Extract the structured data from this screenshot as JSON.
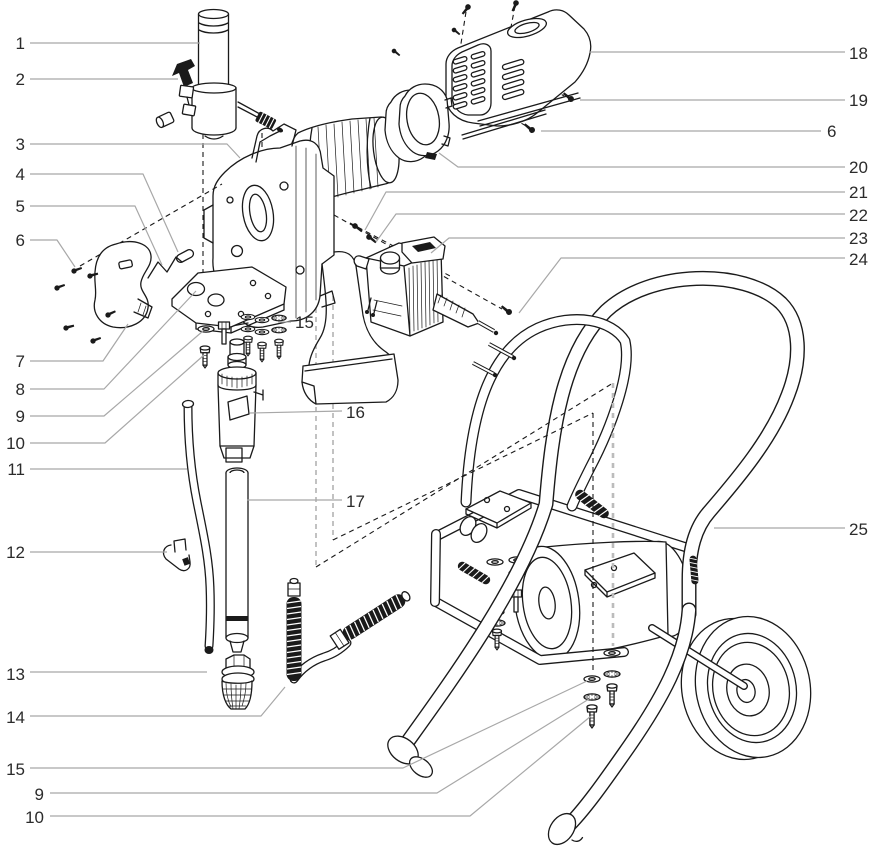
{
  "diagram": {
    "type": "exploded-parts-diagram",
    "background_color": "#ffffff",
    "line_color": "#1a1a1a",
    "leader_color": "#a8a8a8",
    "label_color": "#2b2b2b",
    "callouts": [
      {
        "t": "1",
        "side": "left"
      },
      {
        "t": "2",
        "side": "left"
      },
      {
        "t": "3",
        "side": "left"
      },
      {
        "t": "4",
        "side": "left"
      },
      {
        "t": "5",
        "side": "left"
      },
      {
        "t": "6",
        "side": "left"
      },
      {
        "t": "7",
        "side": "left"
      },
      {
        "t": "8",
        "side": "left"
      },
      {
        "t": "9",
        "side": "left"
      },
      {
        "t": "10",
        "side": "left"
      },
      {
        "t": "11",
        "side": "left"
      },
      {
        "t": "12",
        "side": "left"
      },
      {
        "t": "13",
        "side": "left"
      },
      {
        "t": "14",
        "side": "left"
      },
      {
        "t": "15",
        "side": "left"
      },
      {
        "t": "9",
        "side": "left"
      },
      {
        "t": "10",
        "side": "left"
      },
      {
        "t": "15",
        "side": "middle"
      },
      {
        "t": "16",
        "side": "middle"
      },
      {
        "t": "17",
        "side": "middle"
      },
      {
        "t": "18",
        "side": "right"
      },
      {
        "t": "19",
        "side": "right"
      },
      {
        "t": "6",
        "side": "right"
      },
      {
        "t": "20",
        "side": "right"
      },
      {
        "t": "21",
        "side": "right"
      },
      {
        "t": "22",
        "side": "right"
      },
      {
        "t": "23",
        "side": "right"
      },
      {
        "t": "24",
        "side": "right"
      },
      {
        "t": "25",
        "side": "right"
      }
    ]
  }
}
